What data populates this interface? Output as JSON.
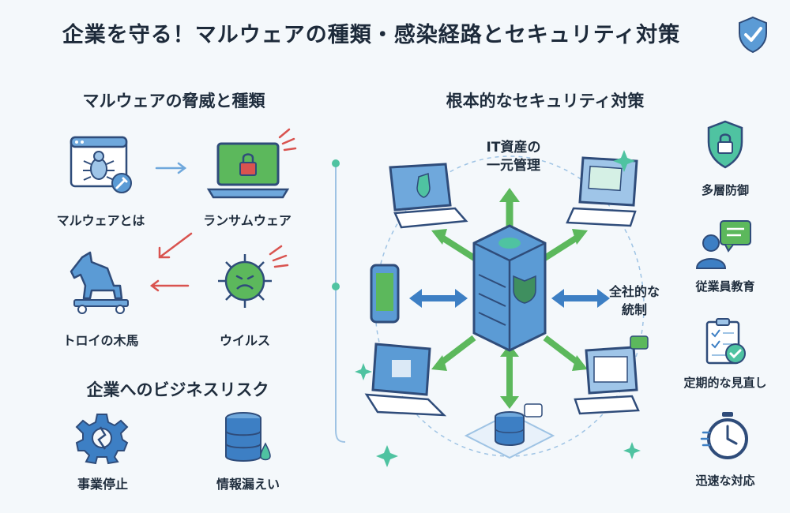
{
  "title": "企業を守る！マルウェアの種類・感染経路とセキュリティ対策",
  "left": {
    "threats_title": "マルウェアの脅威と種類",
    "threats": [
      {
        "label": "マルウェアとは",
        "icon": "bug-window-icon"
      },
      {
        "label": "ランサムウェア",
        "icon": "locked-laptop-icon"
      },
      {
        "label": "トロイの木馬",
        "icon": "trojan-horse-icon"
      },
      {
        "label": "ウイルス",
        "icon": "virus-icon"
      }
    ],
    "risks_title": "企業へのビジネスリスク",
    "risks": [
      {
        "label": "事業停止",
        "icon": "broken-gear-icon"
      },
      {
        "label": "情報漏えい",
        "icon": "leaking-database-icon"
      }
    ]
  },
  "center": {
    "title": "根本的なセキュリティ対策",
    "it_asset_line1": "IT資産の",
    "it_asset_line2": "一元管理",
    "governance_line1": "全社的な",
    "governance_line2": "統制"
  },
  "right": {
    "measures": [
      {
        "label": "多層防御",
        "icon": "shield-lock-icon"
      },
      {
        "label": "従業員教育",
        "icon": "employee-training-icon"
      },
      {
        "label": "定期的な見直し",
        "icon": "checklist-icon"
      },
      {
        "label": "迅速な対応",
        "icon": "stopwatch-icon"
      }
    ]
  },
  "colors": {
    "navy": "#2f4c7a",
    "blue": "#3d7fc4",
    "green": "#5cb85c",
    "red": "#d9534f",
    "teal": "#4fc3a1"
  }
}
